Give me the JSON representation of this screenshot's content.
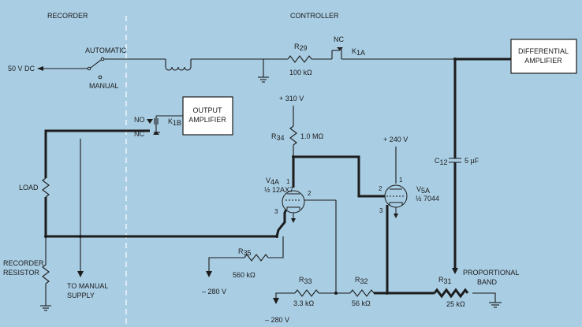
{
  "sections": {
    "recorder": "RECORDER",
    "controller": "CONTROLLER"
  },
  "switch": {
    "automatic": "AUTOMATIC",
    "manual": "MANUAL"
  },
  "supply_50v": "50 V DC",
  "r29": {
    "name": "R",
    "sub": "29",
    "value": "100 kΩ"
  },
  "k1a": {
    "contact": "NC",
    "name": "K",
    "sub": "1A"
  },
  "diff_amp": {
    "line1": "DIFFERENTIAL",
    "line2": "AMPLIFIER"
  },
  "out_amp": {
    "line1": "OUTPUT",
    "line2": "AMPLIFIER"
  },
  "k1b": {
    "no": "NO",
    "nc": "NC",
    "name": "K",
    "sub": "1B"
  },
  "plus310": "+ 310 V",
  "plus240": "+ 240 V",
  "r34": {
    "name": "R",
    "sub": "34",
    "value": "1.0 MΩ"
  },
  "v4a": {
    "name": "V",
    "sub": "4A",
    "desc": "½ 12AX7",
    "pins": [
      "1",
      "2",
      "3"
    ]
  },
  "v5a": {
    "name": "V",
    "sub": "5A",
    "desc": "½ 7044",
    "pins": [
      "2",
      "1",
      "3"
    ]
  },
  "c12": {
    "name": "C",
    "sub": "12",
    "value": "5 µF"
  },
  "load": "LOAD",
  "recorder_resistor": {
    "line1": "RECORDER",
    "line2": "RESISTOR"
  },
  "manual_supply": {
    "line1": "TO MANUAL",
    "line2": "SUPPLY"
  },
  "r35": {
    "name": "R",
    "sub": "35",
    "value": "560 kΩ"
  },
  "minus280_a": "– 280 V",
  "minus280_b": "– 280 V",
  "r33": {
    "name": "R",
    "sub": "33",
    "value": "3.3 kΩ"
  },
  "r32": {
    "name": "R",
    "sub": "32",
    "value": "56 kΩ"
  },
  "r31": {
    "name": "R",
    "sub": "31",
    "value": "25 kΩ"
  },
  "proportional_band": {
    "line1": "PROPORTIONAL",
    "line2": "BAND"
  }
}
